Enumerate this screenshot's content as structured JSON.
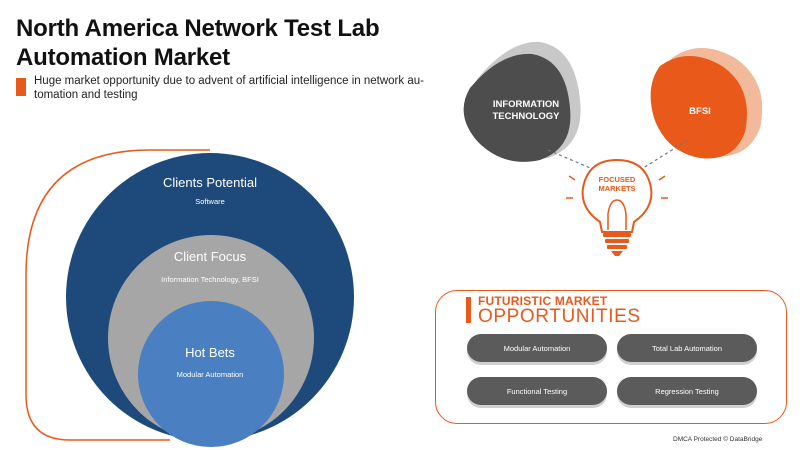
{
  "title": "North America Network Test Lab Automation Market",
  "subtitle": "Huge market opportunity due to advent of artificial intelligence in network au-tomation and testing",
  "circles": {
    "outer": {
      "title": "Clients Potential",
      "sub": "Software"
    },
    "middle": {
      "title": "Client Focus",
      "sub": "Information Technology, BFSI"
    },
    "inner": {
      "title": "Hot Bets",
      "sub": "Modular Automation"
    }
  },
  "focused": {
    "left_label_1": "INFORMATION",
    "left_label_2": "TECHNOLOGY",
    "right_label": "BFSI",
    "bulb_label_1": "FOCUSED",
    "bulb_label_2": "MARKETS"
  },
  "futuristic": {
    "title_1": "FUTURISTIC MARKET",
    "title_2": "OPPORTUNITIES",
    "items": [
      "Modular Automation",
      "Total Lab Automation",
      "Functional Testing",
      "Regression Testing"
    ]
  },
  "footer": "DMCA Protected © DataBridge",
  "colors": {
    "accent": "#e8591a",
    "navy": "#1e4a7b",
    "gray": "#a6a6a6",
    "blue": "#4a7fc1",
    "pill": "#5b5b5b"
  }
}
